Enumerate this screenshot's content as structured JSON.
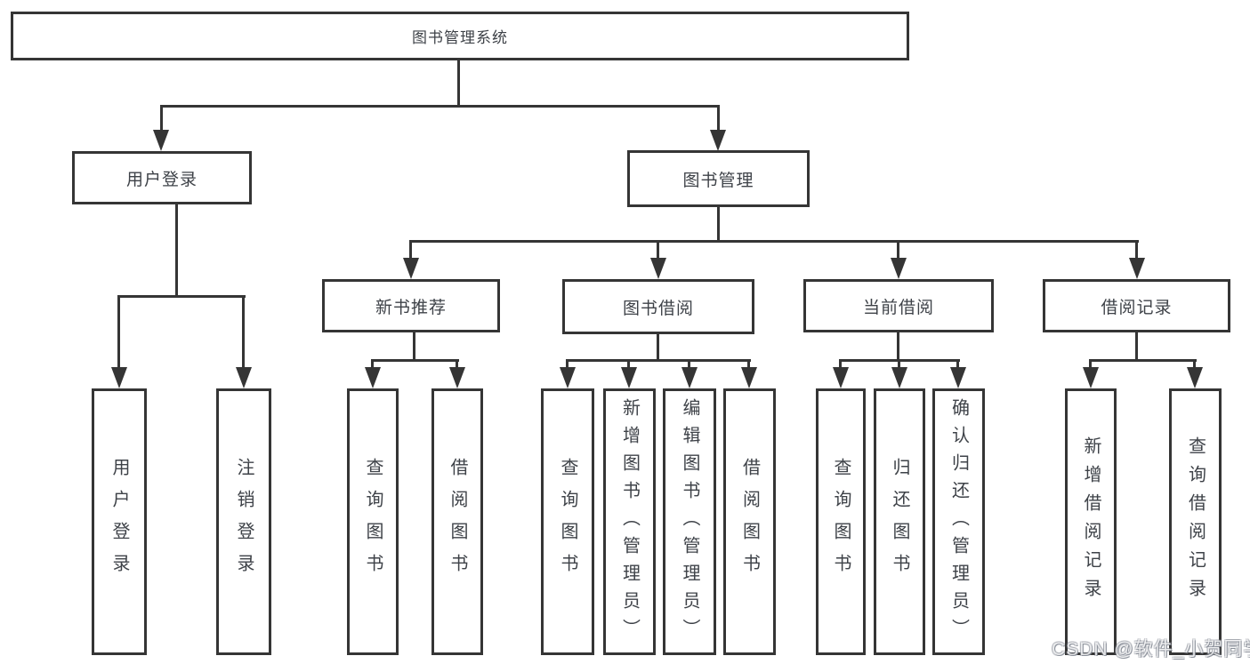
{
  "diagram": {
    "root": {
      "label": "图书管理系统"
    },
    "branches": {
      "user_login": {
        "label": "用户登录"
      },
      "book_mgmt": {
        "label": "图书管理"
      },
      "new_book_rec": {
        "label": "新书推荐"
      },
      "book_borrow": {
        "label": "图书借阅"
      },
      "current_borrow": {
        "label": "当前借阅"
      },
      "borrow_records": {
        "label": "借阅记录"
      }
    },
    "leaves": {
      "user_login": {
        "label": "用户登录"
      },
      "logout": {
        "label": "注销登录"
      },
      "nb_query_books": {
        "label": "查询图书"
      },
      "nb_borrow_books": {
        "label": "借阅图书"
      },
      "bb_query_books": {
        "label": "查询图书"
      },
      "bb_add_books_admin": {
        "label": "新增图书（管理员）"
      },
      "bb_edit_books_admin": {
        "label": "编辑图书（管理员）"
      },
      "bb_borrow_books": {
        "label": "借阅图书"
      },
      "cb_query_books": {
        "label": "查询图书"
      },
      "cb_return_books": {
        "label": "归还图书"
      },
      "cb_confirm_return_admin": {
        "label": "确认归还（管理员）"
      },
      "br_add_record": {
        "label": "新增借阅记录"
      },
      "br_query_record": {
        "label": "查询借阅记录"
      }
    }
  },
  "watermark": {
    "text": "CSDN @软件_小贺同学"
  },
  "colors": {
    "line": "#353535",
    "text": "#3e4248",
    "background": "#ffffff",
    "watermark_text": "#c6cad1"
  }
}
